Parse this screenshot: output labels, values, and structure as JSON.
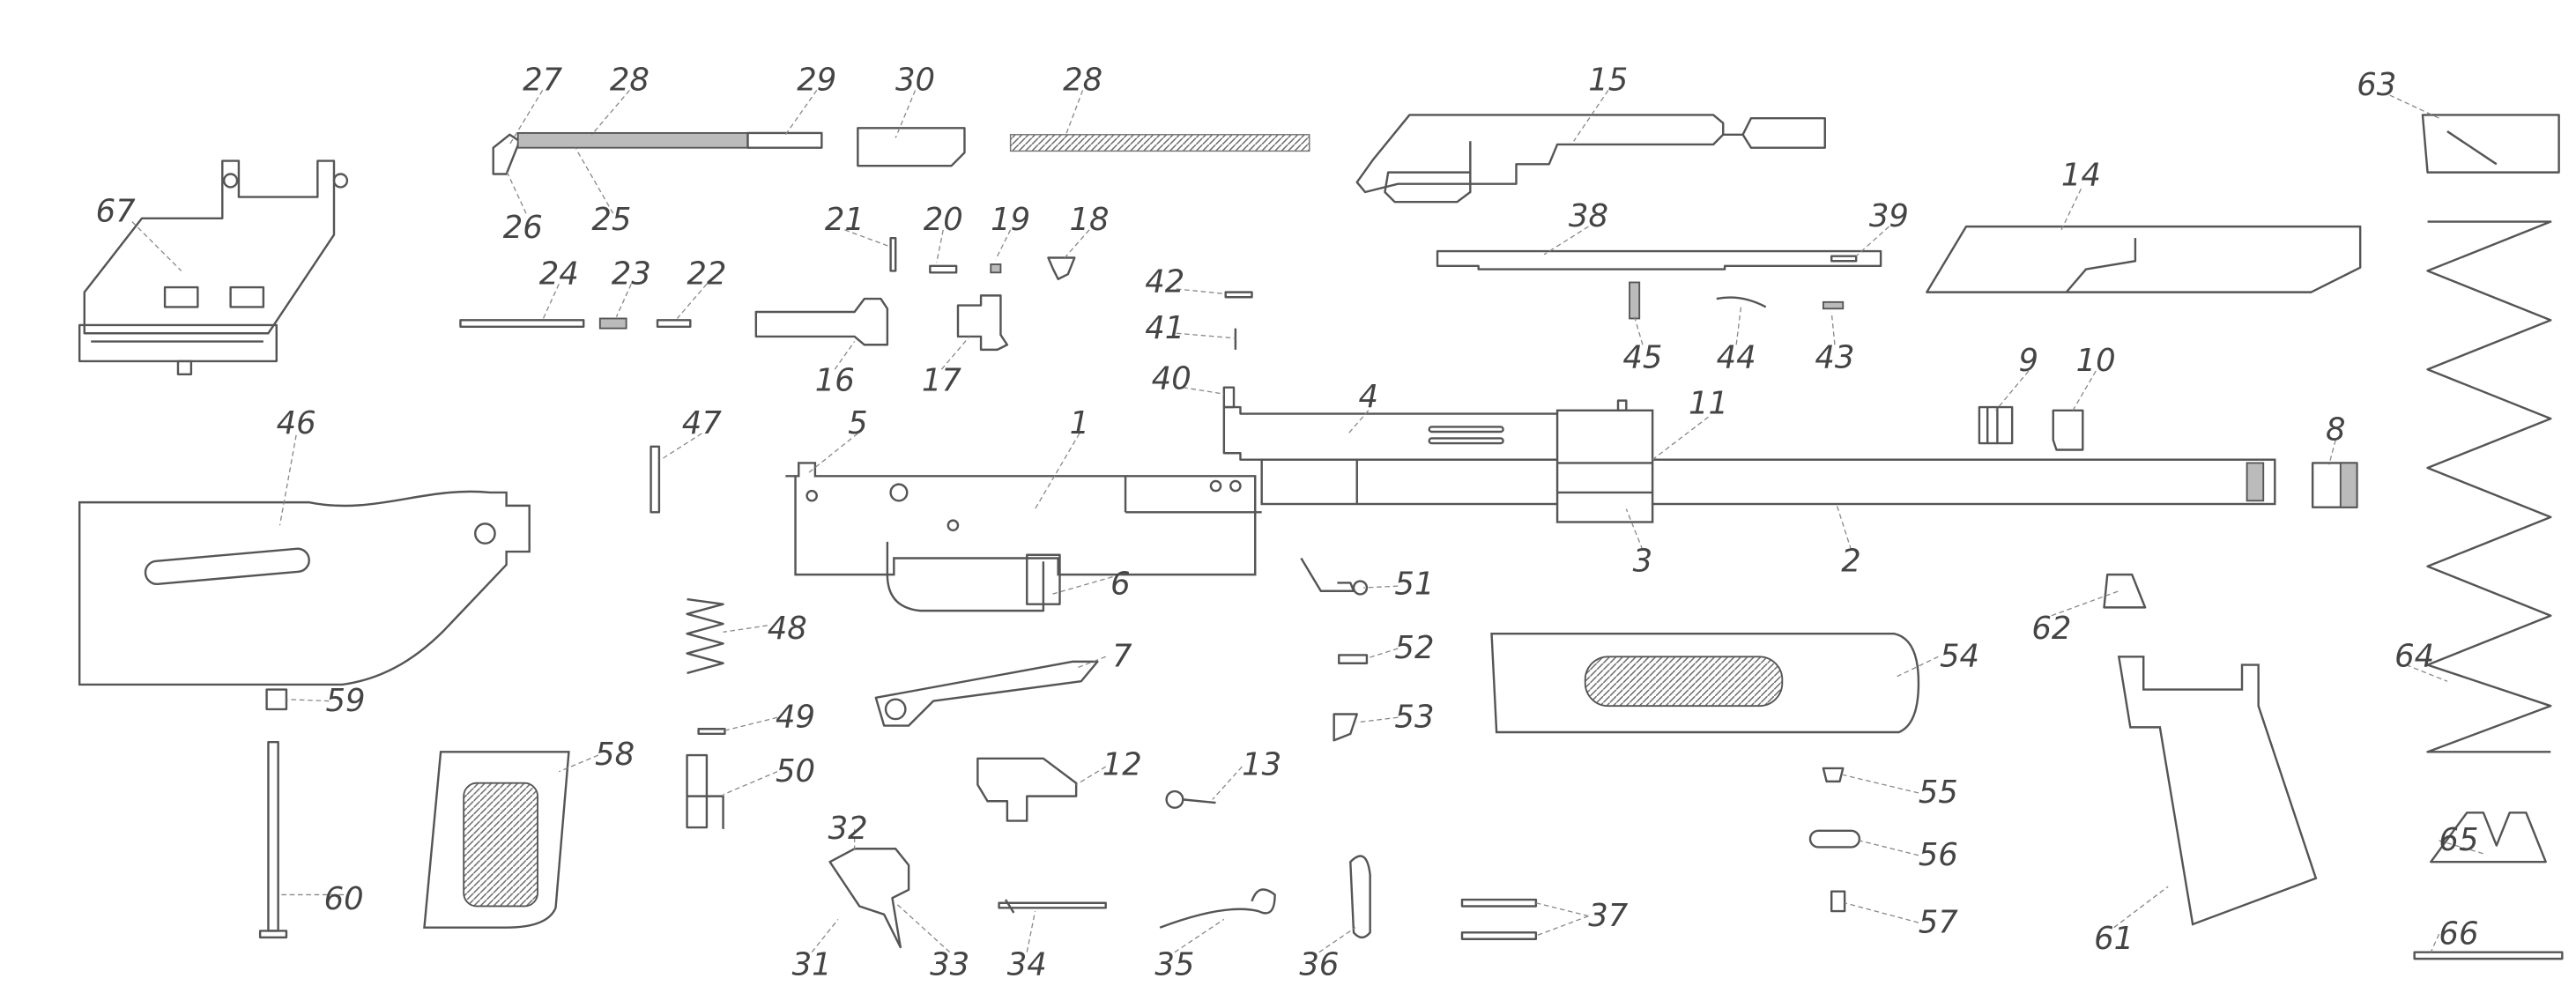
{
  "diagram": {
    "labels": [
      "27",
      "28",
      "29",
      "30",
      "28",
      "15",
      "63",
      "67",
      "26",
      "25",
      "21",
      "20",
      "19",
      "18",
      "38",
      "39",
      "14",
      "42",
      "24",
      "23",
      "22",
      "41",
      "16",
      "17",
      "45",
      "44",
      "43",
      "9",
      "10",
      "40",
      "46",
      "47",
      "5",
      "1",
      "4",
      "11",
      "8",
      "3",
      "2",
      "6",
      "51",
      "62",
      "48",
      "54",
      "7",
      "52",
      "64",
      "59",
      "49",
      "53",
      "58",
      "13",
      "12",
      "50",
      "55",
      "56",
      "65",
      "32",
      "60",
      "37",
      "57",
      "61",
      "66",
      "31",
      "33",
      "34",
      "35",
      "36"
    ]
  }
}
